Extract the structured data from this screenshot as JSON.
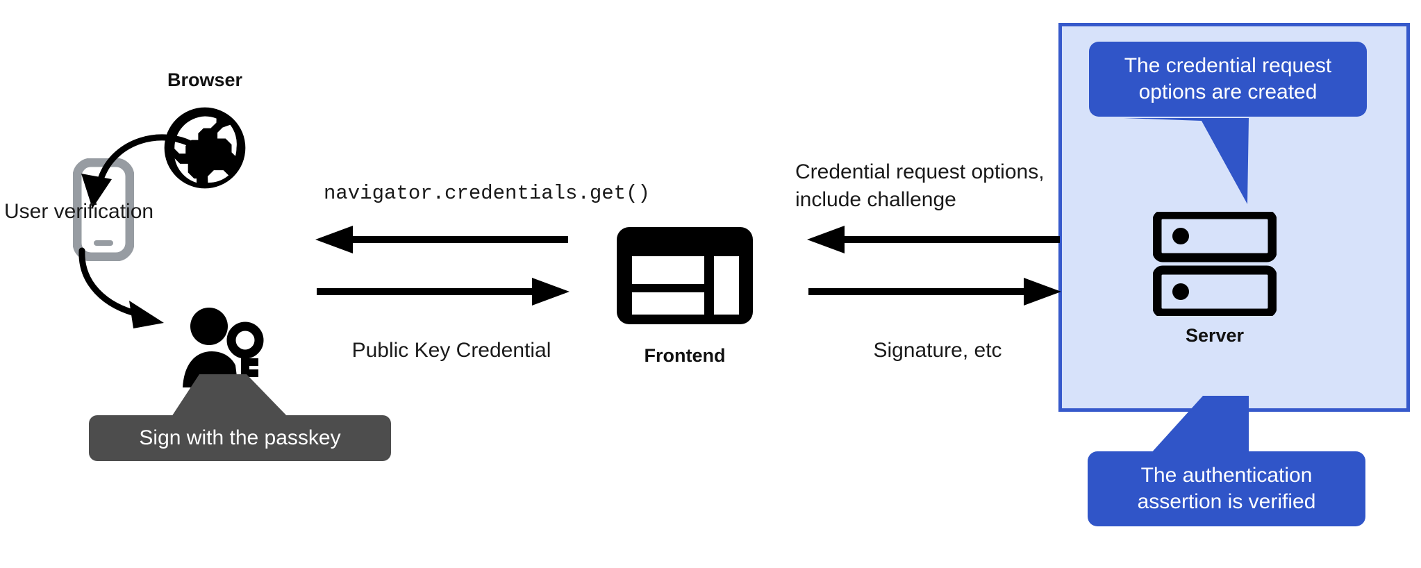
{
  "diagram": {
    "title": "WebAuthn passkey authentication flow",
    "colors": {
      "panel_fill": "#d7e2fa",
      "panel_border": "#3659cb",
      "callout_blue": "#3055c8",
      "callout_dark": "#4d4d4d",
      "ink": "#111111",
      "phone_gray": "#979ca2"
    }
  },
  "nodes": {
    "browser": {
      "label": "Browser",
      "icon": "globe-icon"
    },
    "phone": {
      "icon": "mobile-phone-icon"
    },
    "user": {
      "icon": "person-with-key-icon"
    },
    "frontend": {
      "label": "Frontend",
      "icon": "web-layout-icon"
    },
    "server": {
      "label": "Server",
      "icon": "server-racks-icon"
    }
  },
  "labels": {
    "user_verification": "User verification",
    "navigator_get": "navigator.credentials.get()",
    "public_key_credential": "Public Key Credential",
    "credential_request_options": "Credential request options,\ninclude challenge",
    "signature_etc": "Signature, etc"
  },
  "callouts": {
    "sign_with_passkey": "Sign with the passkey",
    "options_created": "The credential request\noptions are created",
    "assertion_verified": "The authentication\nassertion is verified"
  },
  "arrows": {
    "browser_to_phone": "curved-arrow-down-left",
    "phone_to_user": "curved-arrow-down-right",
    "frontend_to_browser": "arrow-left",
    "browser_to_frontend": "arrow-right",
    "server_to_frontend": "arrow-left",
    "frontend_to_server": "arrow-right"
  }
}
